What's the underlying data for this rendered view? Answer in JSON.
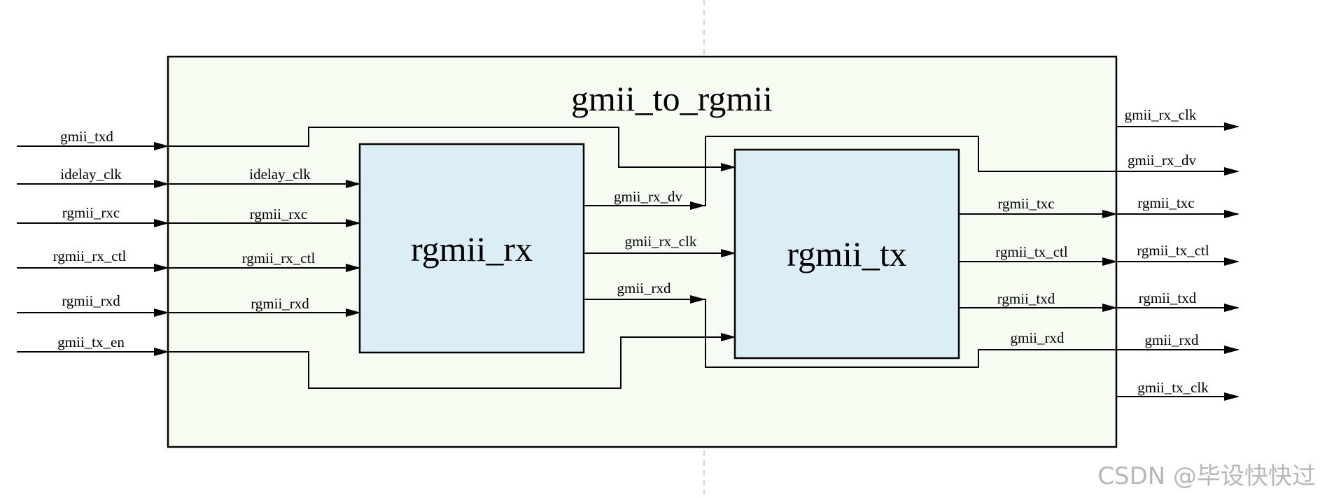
{
  "outer_module": {
    "title": "gmii_to_rgmii",
    "fill": "#f7fcf3"
  },
  "blocks": [
    {
      "id": "rgmii_rx",
      "label": "rgmii_rx",
      "fill": "#dbedf5"
    },
    {
      "id": "rgmii_tx",
      "label": "rgmii_tx",
      "fill": "#dbedf5"
    }
  ],
  "inputs": {
    "gmii_txd": "gmii_txd",
    "idelay_clk": "idelay_clk",
    "rgmii_rxc": "rgmii_rxc",
    "rgmii_rx_ctl": "rgmii_rx_ctl",
    "rgmii_rxd": "rgmii_rxd",
    "gmii_tx_en": "gmii_tx_en"
  },
  "rx_inputs": {
    "idelay_clk": "idelay_clk",
    "rgmii_rxc": "rgmii_rxc",
    "rgmii_rx_ctl": "rgmii_rx_ctl",
    "rgmii_rxd": "rgmii_rxd"
  },
  "rx_outputs": {
    "gmii_rx_dv": "gmii_rx_dv",
    "gmii_rx_clk": "gmii_rx_clk",
    "gmii_rxd": "gmii_rxd"
  },
  "tx_outputs": {
    "rgmii_txc": "rgmii_txc",
    "rgmii_tx_ctl": "rgmii_tx_ctl",
    "rgmii_txd": "rgmii_txd",
    "gmii_rxd": "gmii_rxd"
  },
  "outputs": {
    "gmii_rx_clk": "gmii_rx_clk",
    "gmii_rx_dv": "gmii_rx_dv",
    "rgmii_txc": "rgmii_txc",
    "rgmii_tx_ctl": "rgmii_tx_ctl",
    "rgmii_txd": "rgmii_txd",
    "gmii_rxd": "gmii_rxd",
    "gmii_tx_clk": "gmii_tx_clk"
  },
  "watermark": "CSDN @毕设快快过"
}
